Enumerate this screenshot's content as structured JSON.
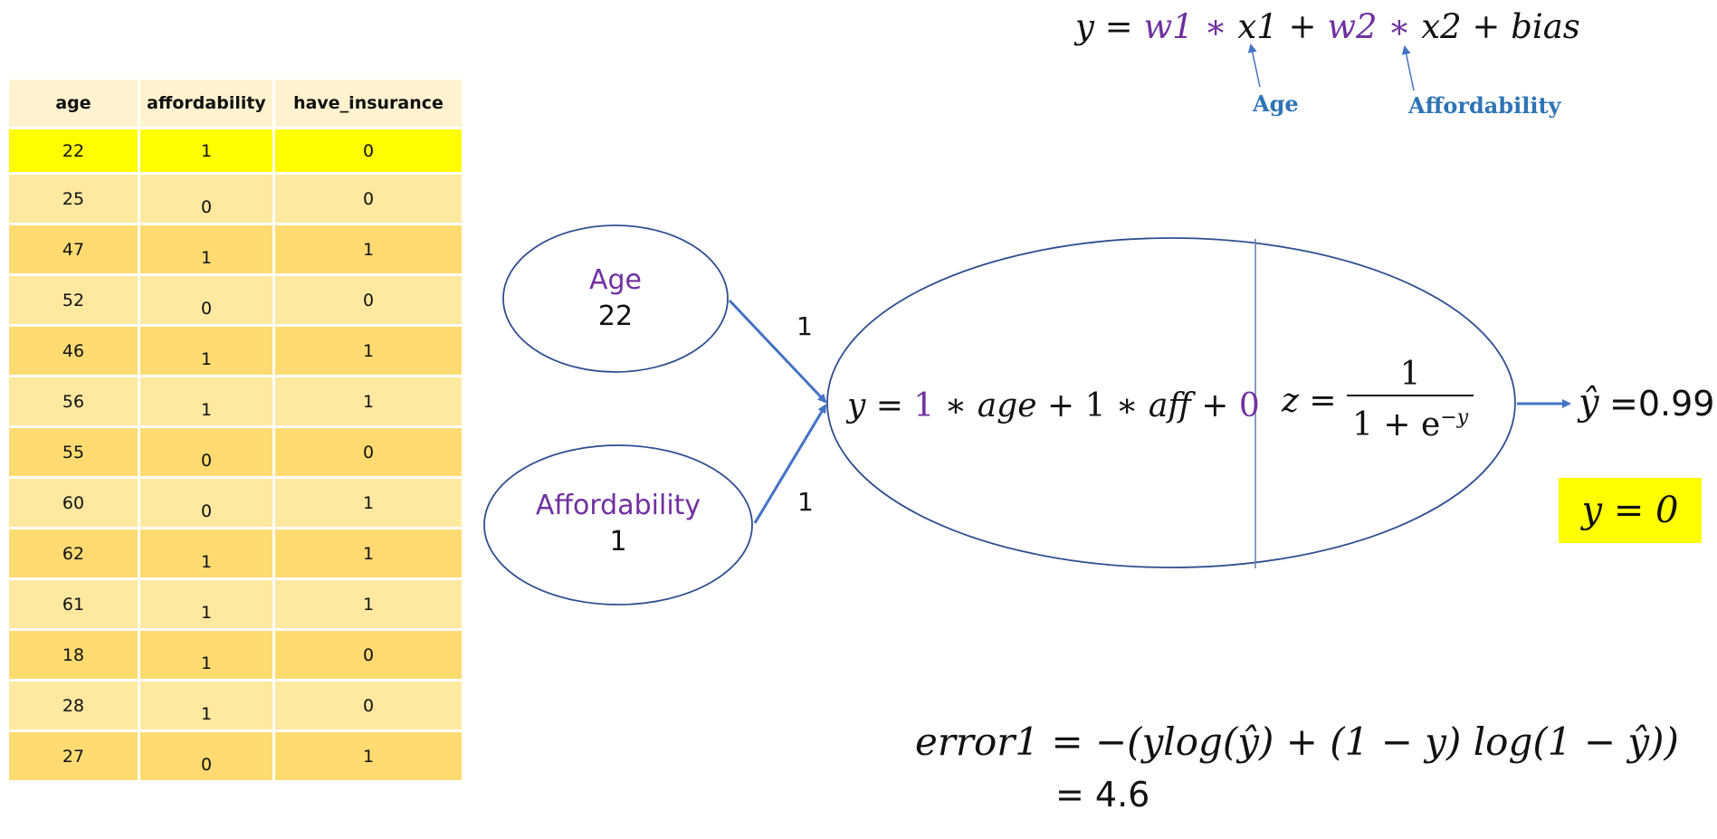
{
  "table": {
    "headers": [
      "age",
      "affordability",
      "have_insurance"
    ],
    "rows": [
      [
        "22",
        "1",
        "0"
      ],
      [
        "25",
        "0",
        "0"
      ],
      [
        "47",
        "1",
        "1"
      ],
      [
        "52",
        "0",
        "0"
      ],
      [
        "46",
        "1",
        "1"
      ],
      [
        "56",
        "1",
        "1"
      ],
      [
        "55",
        "0",
        "0"
      ],
      [
        "60",
        "0",
        "1"
      ],
      [
        "62",
        "1",
        "1"
      ],
      [
        "61",
        "1",
        "1"
      ],
      [
        "18",
        "1",
        "0"
      ],
      [
        "28",
        "1",
        "0"
      ],
      [
        "27",
        "0",
        "1"
      ]
    ],
    "highlight_color": "#ffff00",
    "row_colors": [
      "#ffdb72",
      "#ffe8a0"
    ]
  },
  "formula_top": {
    "y": "y",
    "eq": "=",
    "w1": "w1",
    "times": "∗",
    "x1": "x1",
    "plus": "+",
    "w2": "w2",
    "x2": "x2",
    "bias": "bias",
    "x1_label": "Age",
    "x2_label": "Affordability"
  },
  "inputs": {
    "age": {
      "name": "Age",
      "value": "22"
    },
    "affordability": {
      "name": "Affordability",
      "value": "1"
    }
  },
  "weights": {
    "w1": "1",
    "w2": "1"
  },
  "neuron": {
    "linear_y": "y",
    "linear_eq": "=",
    "linear_w1": "1",
    "linear_times": "∗",
    "linear_age": "age",
    "linear_plus": "+",
    "linear_w2": "1",
    "linear_aff": "aff",
    "linear_bias": "0",
    "sigmoid_z": "z",
    "sigmoid_eq": "=",
    "sigmoid_num": "1",
    "sigmoid_den_base": "1 + e",
    "sigmoid_den_exp": "−y"
  },
  "output": {
    "yhat": "ŷ",
    "yhat_value": "=0.99",
    "target": "y = 0"
  },
  "error": {
    "formula": "error1 = −(ylog(ŷ) + (1 − y) log(1 − ŷ))",
    "result": "= 4.6"
  },
  "colors": {
    "purple": "#7030a0",
    "blue": "#2e74b5",
    "line": "#2f4f8f",
    "arrow": "#4472c4"
  }
}
